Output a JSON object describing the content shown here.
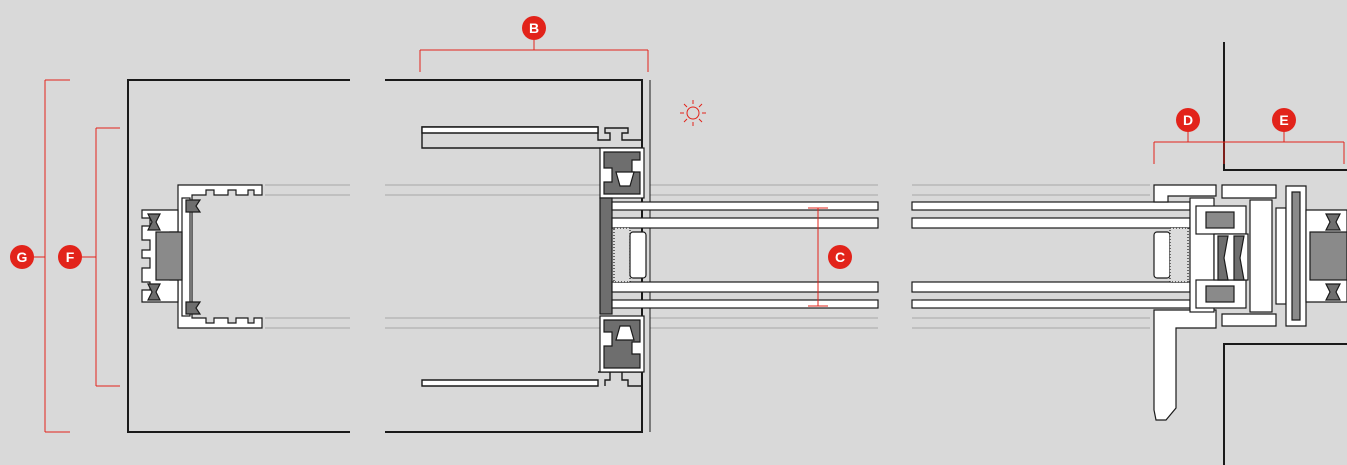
{
  "colors": {
    "background": "#d9d9d9",
    "accent_red": "#e2231a",
    "profile_fill": "#ffffff",
    "gasket_fill": "#6e6e6e",
    "line": "#1a1a1a",
    "glass_line": "#a8a8a8"
  },
  "dimension_labels": [
    {
      "id": "B",
      "label": "B"
    },
    {
      "id": "C",
      "label": "C"
    },
    {
      "id": "D",
      "label": "D"
    },
    {
      "id": "E",
      "label": "E"
    },
    {
      "id": "F",
      "label": "F"
    },
    {
      "id": "G",
      "label": "G"
    }
  ],
  "icons": {
    "exterior_marker": "sun-icon"
  }
}
